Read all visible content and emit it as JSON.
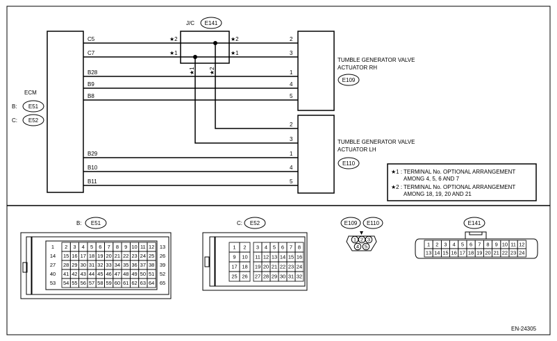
{
  "diagram_code": "EN-24305",
  "jc": {
    "label": "J/C",
    "connector": "E141"
  },
  "ecm": {
    "label": "ECM",
    "connectors": [
      {
        "prefix": "B:",
        "id": "E51"
      },
      {
        "prefix": "C:",
        "id": "E52"
      }
    ],
    "wire_labels": [
      "C5",
      "C7",
      "B28",
      "B9",
      "B8",
      "B29",
      "B10",
      "B11"
    ]
  },
  "star_labels": {
    "left_c5": "★2",
    "left_c7": "★1",
    "right_c5": "★2",
    "right_c7": "★1",
    "vert_1": "★1",
    "vert_2": "★2"
  },
  "actuator_rh": {
    "line1": "TUMBLE GENERATOR VALVE",
    "line2": "ACTUATOR RH",
    "connector": "E109",
    "pins": [
      "2",
      "3",
      "1",
      "4",
      "5"
    ]
  },
  "actuator_lh": {
    "line1": "TUMBLE GENERATOR VALVE",
    "line2": "ACTUATOR LH",
    "connector": "E110",
    "pins": [
      "2",
      "3",
      "1",
      "4",
      "5"
    ]
  },
  "notes": {
    "n1_mark": "★1 :",
    "n1_line1": "TERMINAL No. OPTIONAL ARRANGEMENT",
    "n1_line2": "AMONG 4, 5, 6 AND 7",
    "n2_mark": "★2 :",
    "n2_line1": "TERMINAL No. OPTIONAL ARRANGEMENT",
    "n2_line2": "AMONG 18, 19, 20 AND 21"
  },
  "connector_b": {
    "prefix": "B:",
    "id": "E51",
    "left_col": [
      "1",
      "14",
      "27",
      "40",
      "53"
    ],
    "right_col": [
      "13",
      "26",
      "39",
      "52",
      "65"
    ],
    "rows": [
      [
        "2",
        "3",
        "4",
        "5",
        "6",
        "7",
        "8",
        "9",
        "10",
        "11",
        "12"
      ],
      [
        "15",
        "16",
        "17",
        "18",
        "19",
        "20",
        "21",
        "22",
        "23",
        "24",
        "25"
      ],
      [
        "28",
        "29",
        "30",
        "31",
        "32",
        "33",
        "34",
        "35",
        "36",
        "37",
        "38"
      ],
      [
        "41",
        "42",
        "43",
        "44",
        "45",
        "46",
        "47",
        "48",
        "49",
        "50",
        "51"
      ],
      [
        "54",
        "55",
        "56",
        "57",
        "58",
        "59",
        "60",
        "61",
        "62",
        "63",
        "64"
      ]
    ]
  },
  "connector_c": {
    "prefix": "C:",
    "id": "E52",
    "left_rows": [
      [
        "1",
        "2"
      ],
      [
        "9",
        "10"
      ],
      [
        "17",
        "18"
      ],
      [
        "25",
        "26"
      ]
    ],
    "right_rows": [
      [
        "3",
        "4",
        "5",
        "6",
        "7",
        "8"
      ],
      [
        "11",
        "12",
        "13",
        "14",
        "15",
        "16"
      ],
      [
        "19",
        "20",
        "21",
        "22",
        "23",
        "24"
      ],
      [
        "27",
        "28",
        "29",
        "30",
        "31",
        "32"
      ]
    ]
  },
  "connector_small": {
    "ids": [
      "E109",
      "E110"
    ],
    "pins": [
      "1",
      "2",
      "3",
      "4",
      "5"
    ]
  },
  "connector_e141": {
    "id": "E141",
    "rows": [
      [
        "1",
        "2",
        "3",
        "4",
        "5",
        "6",
        "7",
        "8",
        "9",
        "10",
        "11",
        "12"
      ],
      [
        "13",
        "14",
        "15",
        "16",
        "17",
        "18",
        "19",
        "20",
        "21",
        "22",
        "23",
        "24"
      ]
    ]
  }
}
